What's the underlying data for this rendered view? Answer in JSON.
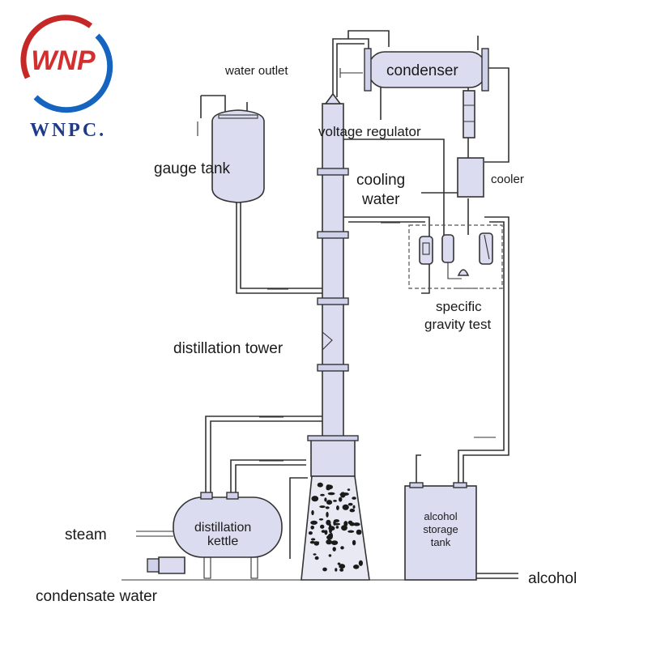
{
  "logo": {
    "mark_text": "WNP",
    "brand_name": "WNPC.",
    "colors": {
      "ring_top": "#c62828",
      "ring_bottom": "#1565c0",
      "mark": "#d32f2f",
      "brand": "#1f3a8a"
    }
  },
  "labels": {
    "water_outlet": "water outlet",
    "condenser": "condenser",
    "voltage_regulator": "voltage regulator",
    "gauge_tank": "gauge tank",
    "cooling": "cooling",
    "water": "water",
    "cooler": "cooler",
    "specific": "specific",
    "gravity_test": "gravity test",
    "distillation_tower": "distillation tower",
    "distillation": "distillation",
    "kettle": "kettle",
    "alcohol_storage_1": "alcohol",
    "alcohol_storage_2": "storage",
    "alcohol_storage_3": "tank",
    "steam": "steam",
    "condensate_water": "condensate water",
    "alcohol": "alcohol"
  },
  "colors": {
    "vessel_fill": "#dcdcf0",
    "line": "#333333",
    "packing": "#1a1a1a"
  }
}
